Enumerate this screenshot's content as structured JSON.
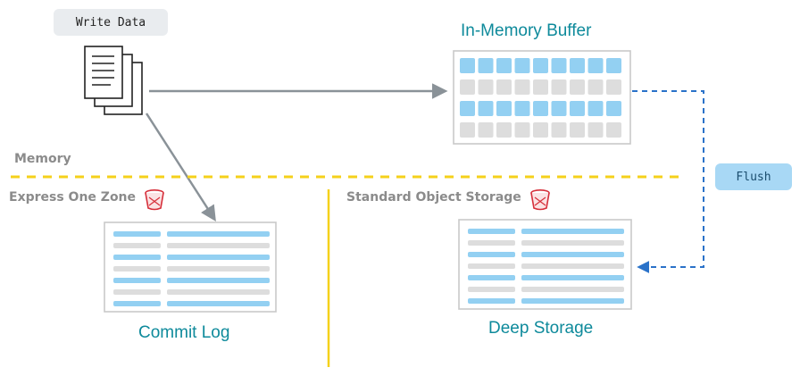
{
  "write_label": "Write Data",
  "buffer_title": "In-Memory Buffer",
  "memory_label": "Memory",
  "express_label": "Express One Zone",
  "standard_label": "Standard Object Storage",
  "flush_label": "Flush",
  "commit_title": "Commit Log",
  "deep_title": "Deep Storage",
  "icons": [
    "document-stack-icon",
    "bucket-icon"
  ],
  "colors": {
    "teal": "#0e8a9b",
    "light_blue": "#a8d8f5",
    "block_blue": "#93d0f2",
    "block_gray": "#dddddd",
    "arrow_gray": "#8a9298",
    "dash_blue": "#2a72c9",
    "divider_yellow": "#f5d11b"
  }
}
